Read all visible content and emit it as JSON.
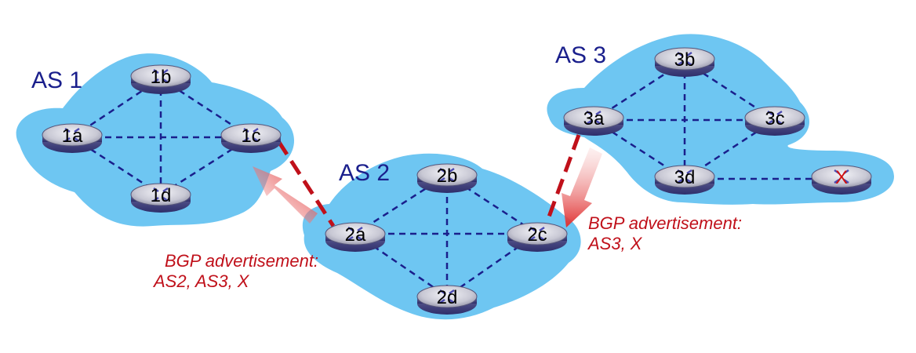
{
  "as_labels": {
    "as1": "AS 1",
    "as2": "AS 2",
    "as3": "AS 3"
  },
  "routers": {
    "r1a": "1a",
    "r1b": "1b",
    "r1c": "1c",
    "r1d": "1d",
    "r2a": "2a",
    "r2b": "2b",
    "r2c": "2c",
    "r2d": "2d",
    "r3a": "3a",
    "r3b": "3b",
    "r3c": "3c",
    "r3d": "3d",
    "rx": "X"
  },
  "advertisements": {
    "left": {
      "line1": "BGP advertisement:",
      "line2": "AS2, AS3, X"
    },
    "right": {
      "line1": "BGP advertisement:",
      "line2": "AS3, X"
    }
  },
  "colors": {
    "cloud": "#6ec6f2",
    "as_label": "#1a1f8c",
    "link": "#1a1f8c",
    "advertisement": "#c0101a",
    "destination_x": "#d01010"
  }
}
